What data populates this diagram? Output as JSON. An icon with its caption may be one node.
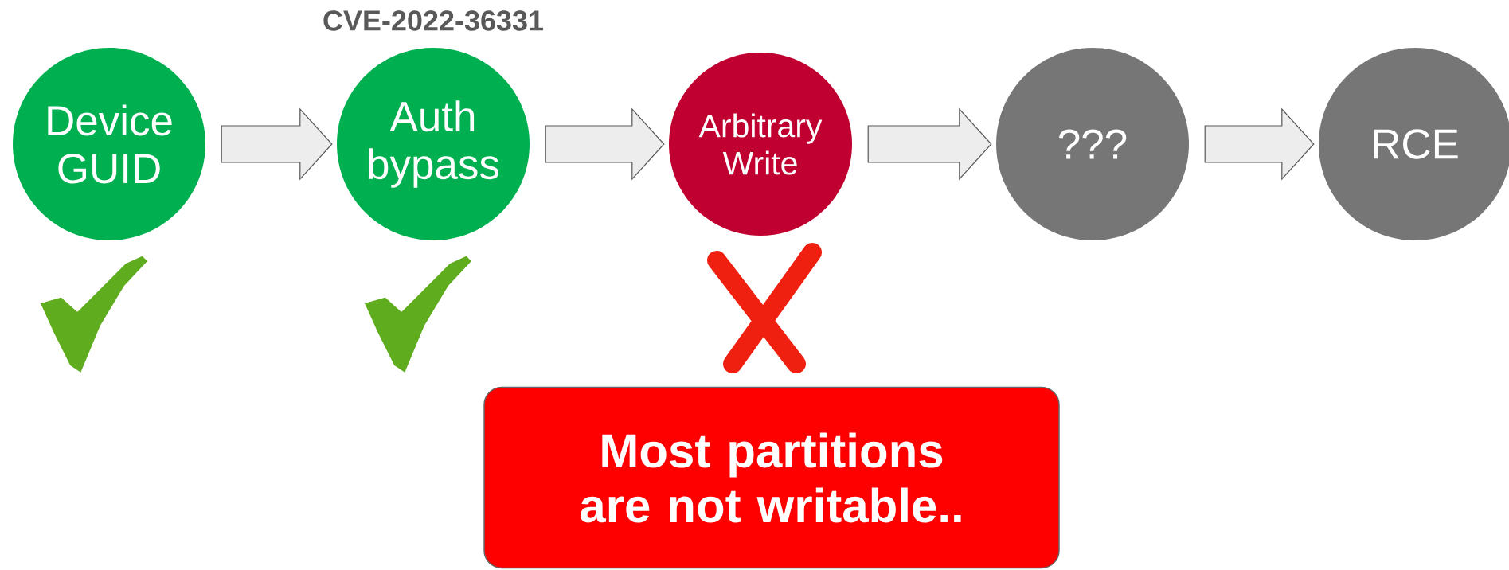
{
  "diagram": {
    "nodes": [
      {
        "text": [
          "Device GUID"
        ]
      },
      {
        "text": [
          "Auth bypass"
        ]
      },
      {
        "text": [
          "Arbitrary Write"
        ]
      },
      {
        "text": [
          "???"
        ]
      },
      {
        "text": [
          "RCE"
        ]
      },
      {
        "text": [
          "Most partitions are not writable.."
        ]
      }
    ],
    "edges": [
      {
        "from": 0,
        "to": 1,
        "arrow": "to"
      },
      {
        "from": 1,
        "to": 2,
        "arrow": "to"
      },
      {
        "from": 2,
        "to": 3,
        "arrow": "to"
      },
      {
        "from": 3,
        "to": 4,
        "arrow": "to"
      }
    ],
    "labels": [
      "CVE-2022-36331"
    ]
  }
}
